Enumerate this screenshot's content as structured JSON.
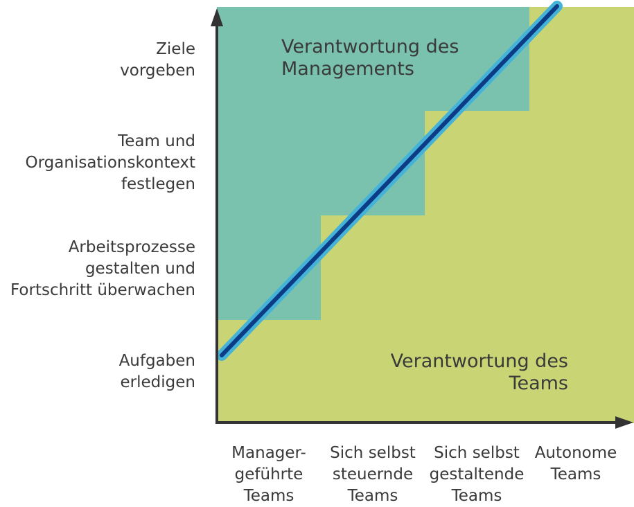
{
  "diagram": {
    "region_management": {
      "line1": "Verantwortung des",
      "line2": "Managements"
    },
    "region_team": {
      "line1": "Verantwortung des",
      "line2": "Teams"
    },
    "y_levels": [
      {
        "lines": [
          "Ziele",
          "vorgeben"
        ]
      },
      {
        "lines": [
          "Team und",
          "Organisationskontext",
          "festlegen"
        ]
      },
      {
        "lines": [
          "Arbeitsprozesse",
          "gestalten und",
          "Fortschritt überwachen"
        ]
      },
      {
        "lines": [
          "Aufgaben",
          "erledigen"
        ]
      }
    ],
    "x_categories": [
      {
        "lines": [
          "Manager-",
          "geführte",
          "Teams"
        ]
      },
      {
        "lines": [
          "Sich selbst",
          "steuernde",
          "Teams"
        ]
      },
      {
        "lines": [
          "Sich selbst",
          "gestaltende",
          "Teams"
        ]
      },
      {
        "lines": [
          "Autonome",
          "Teams"
        ]
      }
    ],
    "colors": {
      "management": "#7bc2ae",
      "team": "#c9d475",
      "axis": "#333333",
      "line_glow": "#45b3d8",
      "line_core": "#0d3c86",
      "text": "#3a3a3a"
    }
  }
}
